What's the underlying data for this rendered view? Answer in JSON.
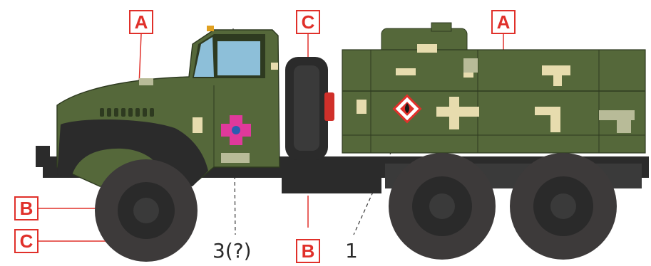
{
  "callouts": {
    "a_cab": "A",
    "a_tank": "A",
    "c_tire_top": "C",
    "b_wheel": "B",
    "c_tire": "C",
    "b_chassis": "B"
  },
  "numbers": {
    "n3": "3(?)",
    "n1": "1"
  },
  "colors": {
    "olive": "#55683a",
    "olive_dark": "#3f4f2c",
    "tan": "#e7dcae",
    "sage": "#b8bb98",
    "chassis": "#2b2b2b",
    "tire": "#3d3a3a",
    "callout_red": "#e0302a",
    "insignia": "#e0399b",
    "hazard_red": "#e0302a"
  }
}
